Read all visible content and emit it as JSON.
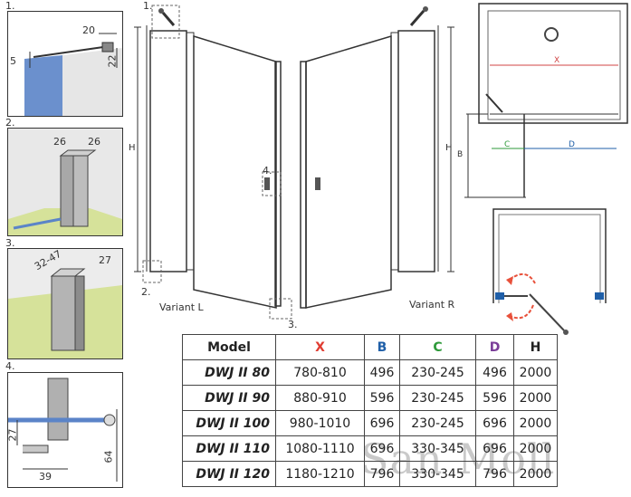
{
  "details": [
    {
      "num": "1.",
      "dims": [
        "20",
        "5",
        "22"
      ]
    },
    {
      "num": "2.",
      "dims": [
        "26",
        "26"
      ]
    },
    {
      "num": "3.",
      "dims": [
        "32-47",
        "27"
      ]
    },
    {
      "num": "4.",
      "dims": [
        "27",
        "39",
        "64"
      ]
    }
  ],
  "elevation": {
    "callouts": [
      "1.",
      "2.",
      "3.",
      "4."
    ],
    "h_label": "H",
    "variant_l": "Variant L",
    "variant_r": "Variant R"
  },
  "plan": {
    "x_label": "X",
    "b_label": "B",
    "c_label": "C",
    "d_label": "D"
  },
  "table": {
    "headers": [
      "Model",
      "X",
      "B",
      "C",
      "D",
      "H"
    ],
    "header_colors": [
      "#222222",
      "#e03c31",
      "#1f5fa8",
      "#2e9a3a",
      "#7a3d98",
      "#222222"
    ],
    "rows": [
      [
        "DWJ II 80",
        "780-810",
        "496",
        "230-245",
        "496",
        "2000"
      ],
      [
        "DWJ II 90",
        "880-910",
        "596",
        "230-245",
        "596",
        "2000"
      ],
      [
        "DWJ II 100",
        "980-1010",
        "696",
        "230-245",
        "696",
        "2000"
      ],
      [
        "DWJ II 110",
        "1080-1110",
        "696",
        "330-345",
        "696",
        "2000"
      ],
      [
        "DWJ II 120",
        "1180-1210",
        "796",
        "330-345",
        "796",
        "2000"
      ]
    ]
  },
  "watermark": "San Moll",
  "colors": {
    "glass": "#5b84c8",
    "swing_arrow": "#e8503a",
    "wall": "#c9c9c9",
    "floor": "#d6e29a"
  }
}
